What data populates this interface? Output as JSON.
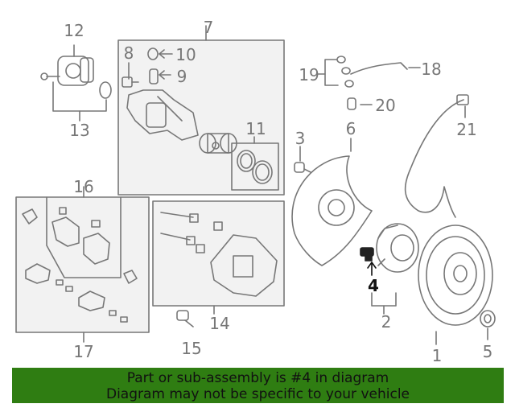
{
  "colors": {
    "line": "#777777",
    "box_fill": "#f2f2f2",
    "highlight_part": "#222222",
    "banner_bg": "#2f7d12",
    "banner_text": "#111111"
  },
  "callouts": {
    "c1": "1",
    "c2": "2",
    "c3": "3",
    "c4": "4",
    "c5": "5",
    "c6": "6",
    "c7": "7",
    "c8": "8",
    "c9": "9",
    "c10": "10",
    "c11": "11",
    "c12": "12",
    "c13": "13",
    "c14": "14",
    "c15": "15",
    "c16": "16",
    "c17": "17",
    "c18": "18",
    "c19": "19",
    "c20": "20",
    "c21": "21"
  },
  "highlighted_part": "4",
  "banner": {
    "line1": "Part or sub-assembly is #4 in diagram",
    "line2": "Diagram may not be specific to your vehicle"
  }
}
